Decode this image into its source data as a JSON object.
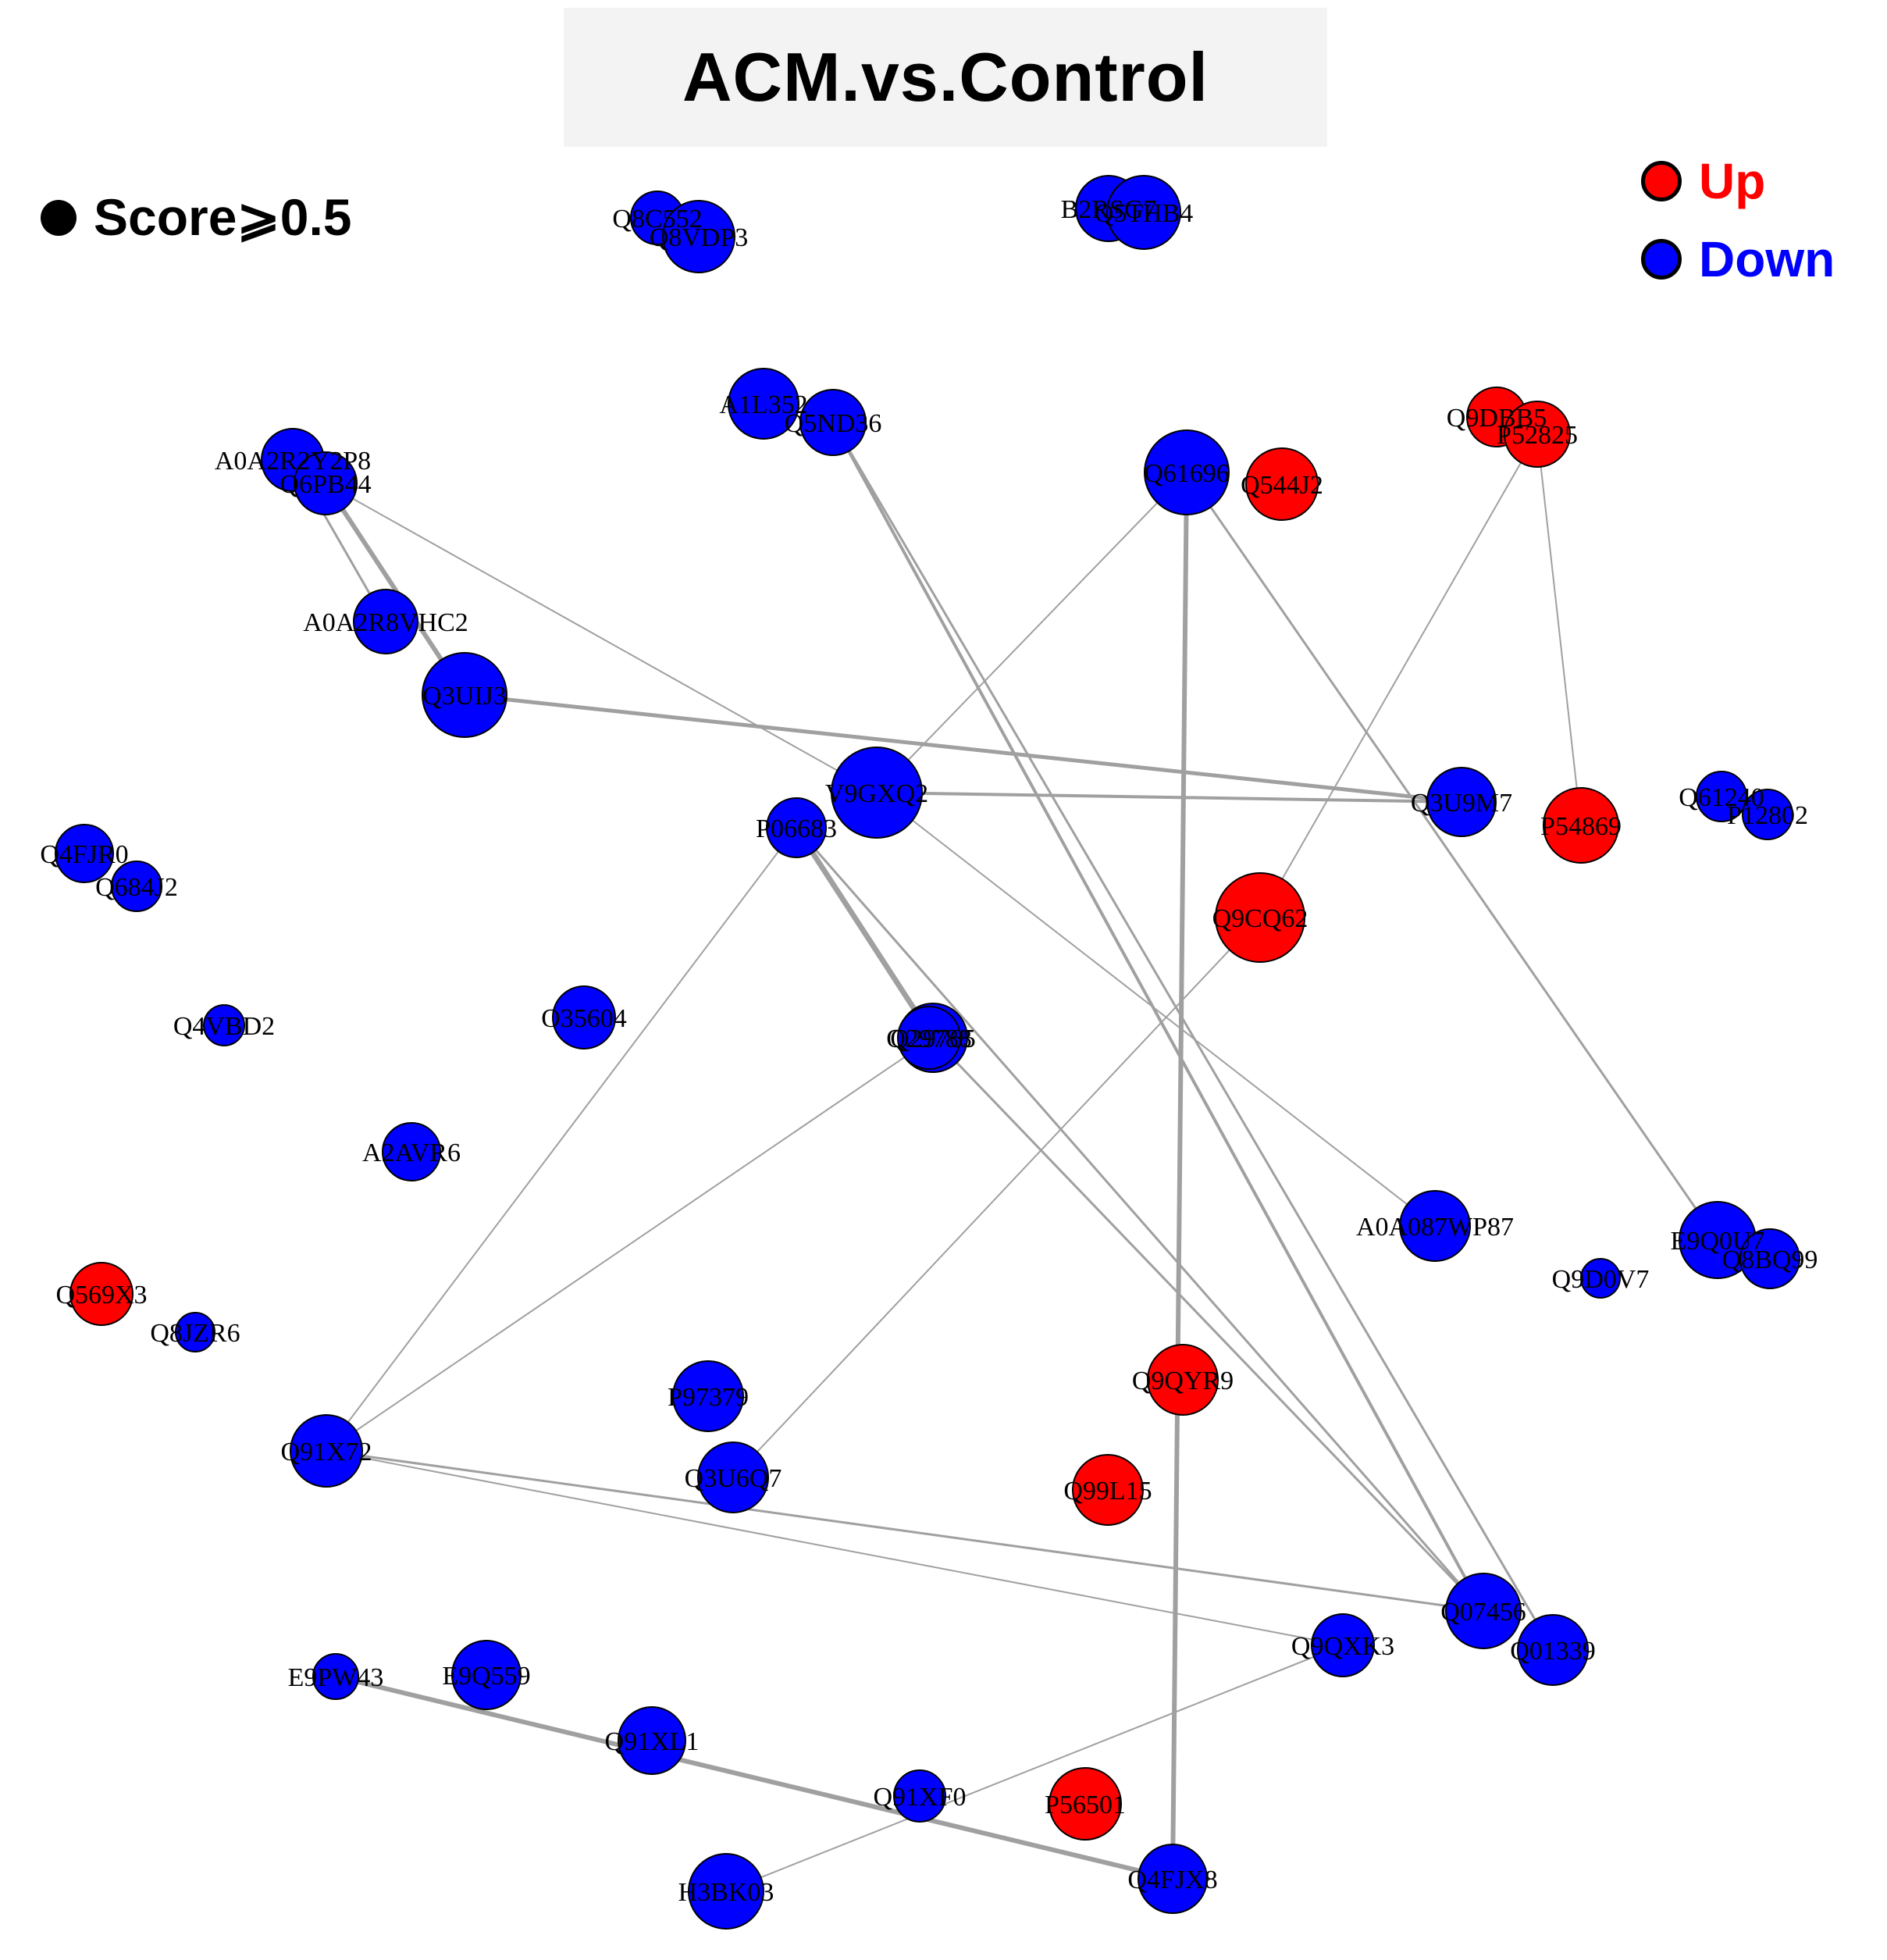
{
  "title": "ACM.vs.Control",
  "score_legend": {
    "label": "Score⩾0.5"
  },
  "legend": [
    {
      "label": "Up",
      "color": "#ff0000"
    },
    {
      "label": "Down",
      "color": "#0000ff"
    }
  ],
  "colors": {
    "up": "#ff0000",
    "down": "#0000ff",
    "edge": "#a0a0a0"
  },
  "nodes": [
    {
      "id": "Q8C552",
      "status": "down"
    },
    {
      "id": "Q8VDP3",
      "status": "down"
    },
    {
      "id": "B2RSG7",
      "status": "down"
    },
    {
      "id": "Q5THB4",
      "status": "down"
    },
    {
      "id": "A1L352",
      "status": "down"
    },
    {
      "id": "Q5ND36",
      "status": "down"
    },
    {
      "id": "Q9DBB5",
      "status": "up"
    },
    {
      "id": "P52825",
      "status": "up"
    },
    {
      "id": "A0A2R2Y2P8",
      "status": "down"
    },
    {
      "id": "Q6PB44",
      "status": "down"
    },
    {
      "id": "Q61696",
      "status": "down"
    },
    {
      "id": "Q544J2",
      "status": "up"
    },
    {
      "id": "A0A2R8VHC2",
      "status": "down"
    },
    {
      "id": "Q3UIJ3",
      "status": "down"
    },
    {
      "id": "V9GXQ2",
      "status": "down"
    },
    {
      "id": "P06683",
      "status": "down"
    },
    {
      "id": "Q3U9M7",
      "status": "down"
    },
    {
      "id": "P54869",
      "status": "up"
    },
    {
      "id": "Q61240",
      "status": "down"
    },
    {
      "id": "P12802",
      "status": "down"
    },
    {
      "id": "Q4FJR0",
      "status": "down"
    },
    {
      "id": "Q684J2",
      "status": "down"
    },
    {
      "id": "Q9CQ62",
      "status": "up"
    },
    {
      "id": "Q4VBD2",
      "status": "down"
    },
    {
      "id": "O35604",
      "status": "down"
    },
    {
      "id": "Q29765",
      "status": "down"
    },
    {
      "id": "Q29788",
      "status": "down"
    },
    {
      "id": "A2AVR6",
      "status": "down"
    },
    {
      "id": "A0A087WP87",
      "status": "down"
    },
    {
      "id": "E9Q0U7",
      "status": "down"
    },
    {
      "id": "Q8BQ99",
      "status": "down"
    },
    {
      "id": "Q9D0V7",
      "status": "down"
    },
    {
      "id": "Q569X3",
      "status": "up"
    },
    {
      "id": "Q8JZR6",
      "status": "down"
    },
    {
      "id": "P97379",
      "status": "down"
    },
    {
      "id": "Q9QYR9",
      "status": "up"
    },
    {
      "id": "Q91X72",
      "status": "down"
    },
    {
      "id": "Q3U6Q7",
      "status": "down"
    },
    {
      "id": "Q99L15",
      "status": "up"
    },
    {
      "id": "Q07456",
      "status": "down"
    },
    {
      "id": "Q01339",
      "status": "down"
    },
    {
      "id": "Q9QXK3",
      "status": "down"
    },
    {
      "id": "E9PW43",
      "status": "down"
    },
    {
      "id": "E9Q559",
      "status": "down"
    },
    {
      "id": "Q91XL1",
      "status": "down"
    },
    {
      "id": "Q91XF0",
      "status": "down"
    },
    {
      "id": "P56501",
      "status": "up"
    },
    {
      "id": "H3BK03",
      "status": "down"
    },
    {
      "id": "Q4FJX8",
      "status": "down"
    }
  ],
  "edges": [
    {
      "source": "A0A2R2Y2P8",
      "target": "A0A2R8VHC2",
      "weight": 3
    },
    {
      "source": "Q6PB44",
      "target": "Q3UIJ3",
      "weight": 6
    },
    {
      "source": "Q6PB44",
      "target": "V9GXQ2",
      "weight": 2
    },
    {
      "source": "Q3UIJ3",
      "target": "Q3U9M7",
      "weight": 5
    },
    {
      "source": "Q5ND36",
      "target": "Q07456",
      "weight": 4
    },
    {
      "source": "Q5ND36",
      "target": "Q01339",
      "weight": 3
    },
    {
      "source": "Q61696",
      "target": "V9GXQ2",
      "weight": 2
    },
    {
      "source": "Q61696",
      "target": "Q4FJX8",
      "weight": 6
    },
    {
      "source": "Q61696",
      "target": "E9Q0U7",
      "weight": 3
    },
    {
      "source": "P52825",
      "target": "Q9CQ62",
      "weight": 2
    },
    {
      "source": "P52825",
      "target": "P54869",
      "weight": 2
    },
    {
      "source": "V9GXQ2",
      "target": "Q3U9M7",
      "weight": 4
    },
    {
      "source": "V9GXQ2",
      "target": "A0A087WP87",
      "weight": 2
    },
    {
      "source": "P06683",
      "target": "Q29765",
      "weight": 7
    },
    {
      "source": "P06683",
      "target": "Q91X72",
      "weight": 2
    },
    {
      "source": "P06683",
      "target": "Q07456",
      "weight": 3
    },
    {
      "source": "Q29765",
      "target": "Q91X72",
      "weight": 2
    },
    {
      "source": "Q29765",
      "target": "Q07456",
      "weight": 3
    },
    {
      "source": "Q9CQ62",
      "target": "Q3U6Q7",
      "weight": 2
    },
    {
      "source": "Q91X72",
      "target": "Q07456",
      "weight": 3
    },
    {
      "source": "Q91X72",
      "target": "Q9QXK3",
      "weight": 2
    },
    {
      "source": "Q9QXK3",
      "target": "H3BK03",
      "weight": 2
    },
    {
      "source": "E9PW43",
      "target": "Q4FJX8",
      "weight": 6
    }
  ]
}
